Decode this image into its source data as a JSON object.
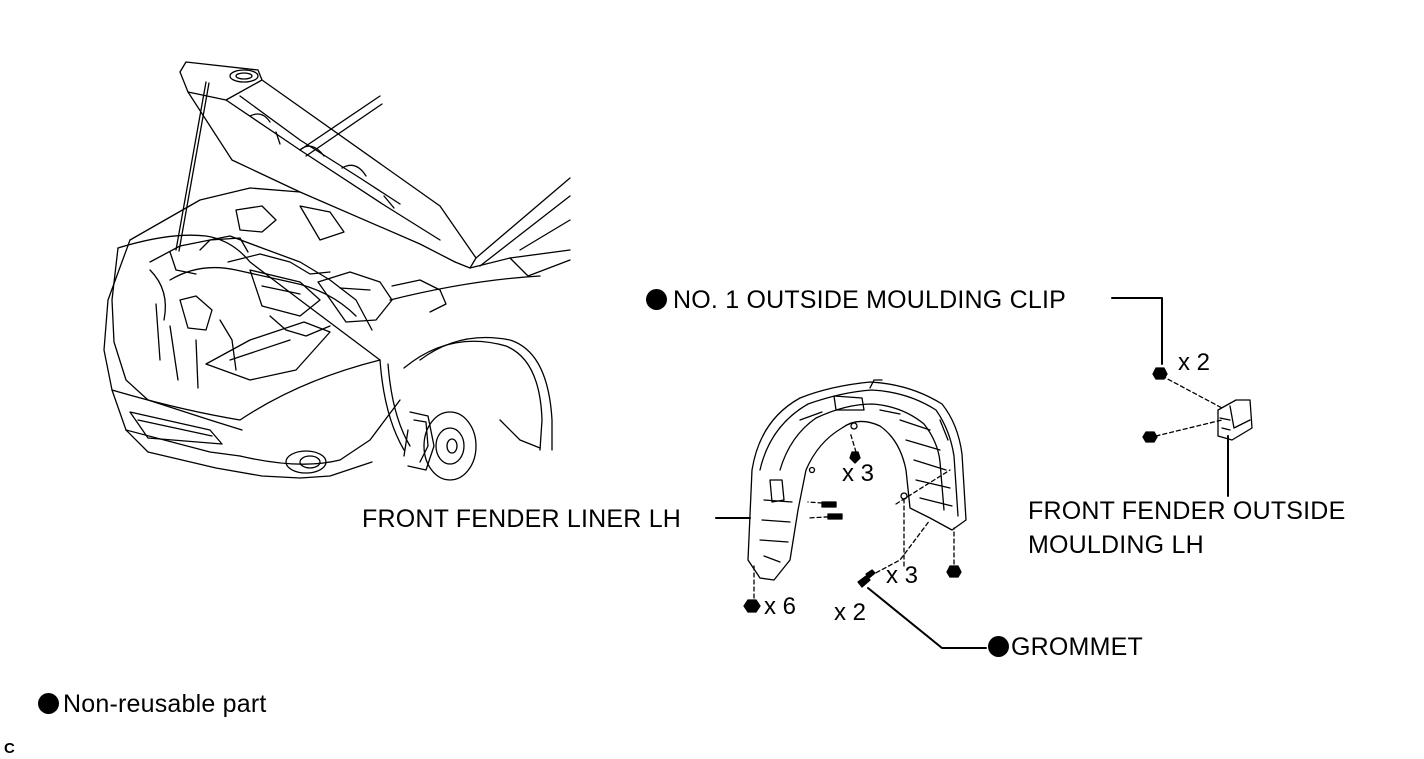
{
  "labels": {
    "clip": "NO. 1 OUTSIDE MOULDING CLIP",
    "fender_liner": "FRONT FENDER LINER LH",
    "moulding_line1": "FRONT FENDER OUTSIDE",
    "moulding_line2": "MOULDING LH",
    "grommet": "GROMMET"
  },
  "quantities": {
    "clip_qty": "x 2",
    "top_screw_qty": "x 3",
    "grommet_side_qty": "x 3",
    "grommet_qty": "x 2",
    "bottom_screw_qty": "x 6"
  },
  "legend": {
    "non_reusable": "Non-reusable part"
  },
  "corner_mark": "C",
  "colors": {
    "line": "#000000",
    "background": "#ffffff"
  }
}
